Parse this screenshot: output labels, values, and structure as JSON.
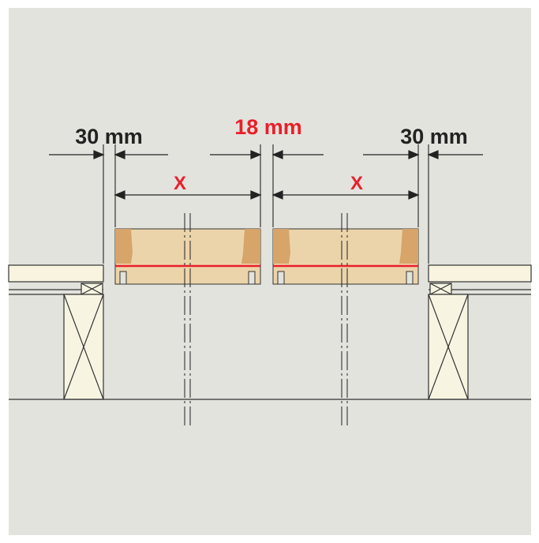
{
  "labels": {
    "gap_left": "30 mm",
    "gap_middle": "18 mm",
    "gap_right": "30 mm",
    "width_left": "X",
    "width_right": "X"
  },
  "colors": {
    "background": "#e3e3de",
    "label_dark": "#222222",
    "label_accent": "#e8202a",
    "wood_light": "#ecd4aa",
    "wood_dark": "#d7a46a",
    "joist": "#f7f4e1",
    "sheet": "#f8f4df",
    "line": "#333333",
    "centerline_red": "#e8202a"
  }
}
